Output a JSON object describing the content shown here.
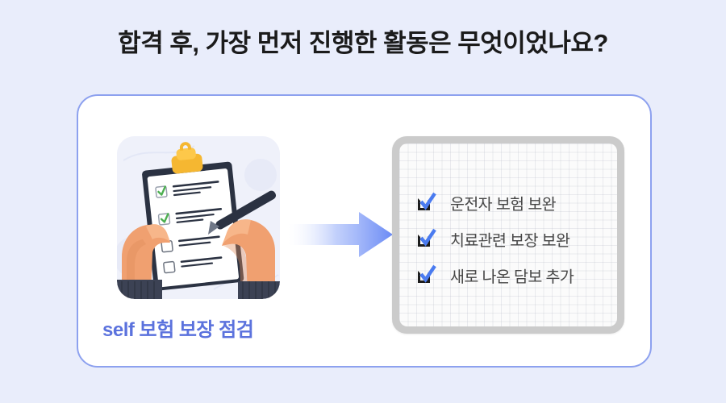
{
  "page": {
    "background_color": "#e9edfb",
    "title": "합격 후, 가장 먼저 진행한 활동은 무엇이었나요?"
  },
  "card": {
    "border_color": "#8da1ef",
    "background_color": "#ffffff"
  },
  "illustration": {
    "name": "hands-holding-clipboard-checklist",
    "tile_background": "#eff1fa",
    "clip_color": "#f5b731",
    "board_color": "#2b3242",
    "paper_color": "#ffffff",
    "skin_color": "#f0a070",
    "sleeve_color": "#3c4254",
    "checkmark_color": "#4caf50",
    "pencil_color": "#2b3242"
  },
  "caption": {
    "text": "self 보험 보장 점검",
    "color": "#5b72dd"
  },
  "arrow": {
    "name": "right-arrow",
    "gradient_from": "#ffffff",
    "gradient_to": "#6b8bf5"
  },
  "checklist_panel": {
    "frame_color": "#cbcbcb",
    "paper_color": "#fbfbfb",
    "grid_color": "#aaafbe",
    "checkbox_color": "#1c1c1c",
    "check_color": "#4a7bf0",
    "items": [
      {
        "label": "운전자 보험 보완",
        "checked": true
      },
      {
        "label": "치료관련 보장 보완",
        "checked": true
      },
      {
        "label": "새로 나온 담보 추가",
        "checked": true
      }
    ]
  }
}
